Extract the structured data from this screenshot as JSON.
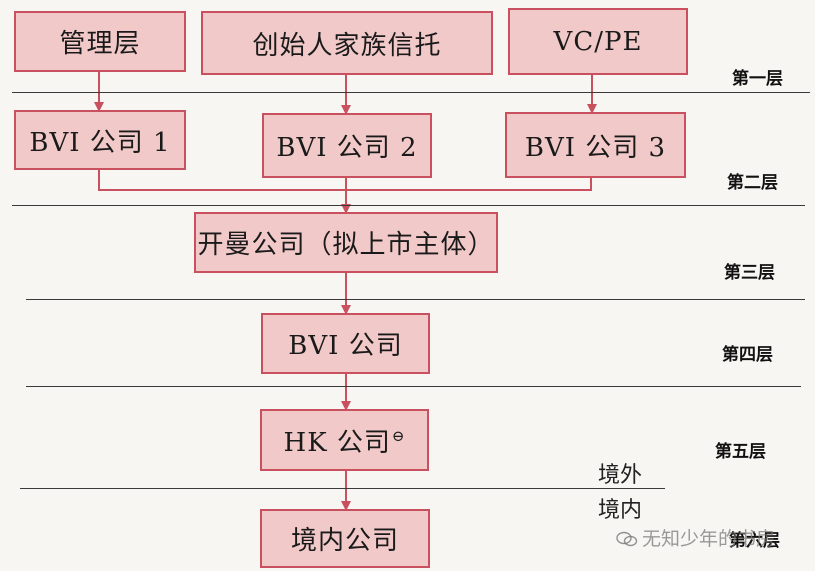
{
  "layer1": {
    "management": "管理层",
    "founder_trust": "创始人家族信托",
    "vc_pe": "VC/PE",
    "label": "第一层"
  },
  "layer2": {
    "bvi1": "BVI 公司 1",
    "bvi2": "BVI 公司 2",
    "bvi3": "BVI 公司 3",
    "label": "第二层"
  },
  "layer3": {
    "kaiman": "开曼公司（拟上市主体）",
    "label": "第三层"
  },
  "layer4": {
    "bvi": "BVI 公司",
    "label": "第四层"
  },
  "layer5": {
    "hk": "HK 公司",
    "hk_note_mark": "⊖",
    "label": "第五层"
  },
  "border": {
    "offshore": "境外",
    "onshore": "境内"
  },
  "layer6": {
    "domestic": "境内公司",
    "label": "第六层"
  },
  "watermark": {
    "text": "无知少年的书房",
    "icon": "wechat-icon"
  },
  "colors": {
    "box_fill": "#f2c9c9",
    "box_border": "#c9515f",
    "arrow": "#c9515f",
    "divider": "#3a3a3a"
  }
}
